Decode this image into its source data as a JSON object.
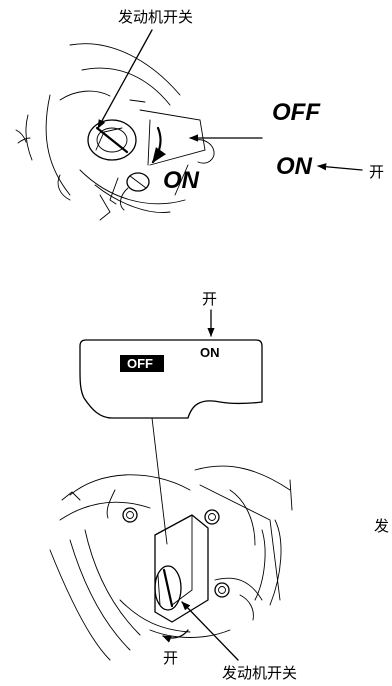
{
  "top_figure": {
    "switch_label": "发动机开关",
    "off_label": "OFF",
    "on_label": "ON",
    "on_tag": "ON",
    "open_label": "开"
  },
  "bottom_figure": {
    "open_label_top": "开",
    "plate_off": "OFF",
    "plate_on": "ON",
    "open_label_bottom": "开",
    "switch_label": "发动机开关",
    "side_fragment": "发"
  }
}
